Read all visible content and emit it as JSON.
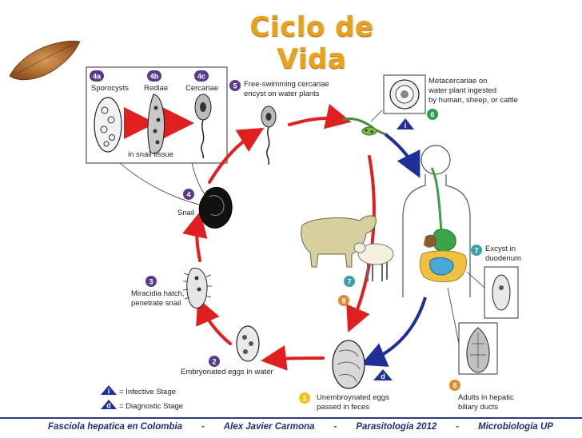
{
  "title": "Ciclo de Vida",
  "stages": {
    "s4a": {
      "num": "4a",
      "label": "Sporocysts"
    },
    "s4b": {
      "num": "4b",
      "label": "Rediae"
    },
    "s4c": {
      "num": "4c",
      "label": "Cercariae"
    },
    "snail_tissue": "in snail tissue",
    "s5": {
      "num": "5",
      "line1": "Free-swimming cercariae",
      "line2": "encyst on water plants"
    },
    "s6": {
      "num": "6",
      "line1": "Metacercariae on",
      "line2": "water plant ingested",
      "line3": "by human, sheep, or cattle"
    },
    "s7a": {
      "num": "7",
      "line1": "Excyst in",
      "line2": "duodenum"
    },
    "s7b": {
      "num": "7"
    },
    "s8a": {
      "num": "8"
    },
    "s8b": {
      "num": "8",
      "line1": "Adults in hepatic",
      "line2": "biliary ducts"
    },
    "s1": {
      "num": "1",
      "line1": "Unembroynated eggs",
      "line2": "passed in feces"
    },
    "s2": {
      "num": "2",
      "label": "Embryonated eggs in water"
    },
    "s3": {
      "num": "3",
      "line1": "Miracidia hatch,",
      "line2": "penetrate snail"
    },
    "s4": {
      "num": "4",
      "label": "Snail"
    }
  },
  "markers": {
    "infective": "i",
    "diagnostic": "d"
  },
  "legend": {
    "infective": {
      "marker": "i",
      "label": "= Infective Stage"
    },
    "diagnostic": {
      "marker": "d",
      "label": "= Diagnostic Stage"
    }
  },
  "footer": {
    "a": "Fasciola hepatica en Colombia",
    "sep1": "-",
    "b": "Alex Javier Carmona",
    "sep2": "-",
    "c": "Parasitología 2012",
    "sep3": "-",
    "d": "Microbiología UP"
  },
  "colors": {
    "red_arrow": "#e02020",
    "blue_arrow": "#1e2f9a",
    "badge_purple": "#5a3a8a",
    "badge_green": "#2e9e4a",
    "badge_teal": "#3aa0a8",
    "badge_orange": "#e08a30",
    "badge_yellow": "#f0c419",
    "title": "#e8a21a"
  }
}
